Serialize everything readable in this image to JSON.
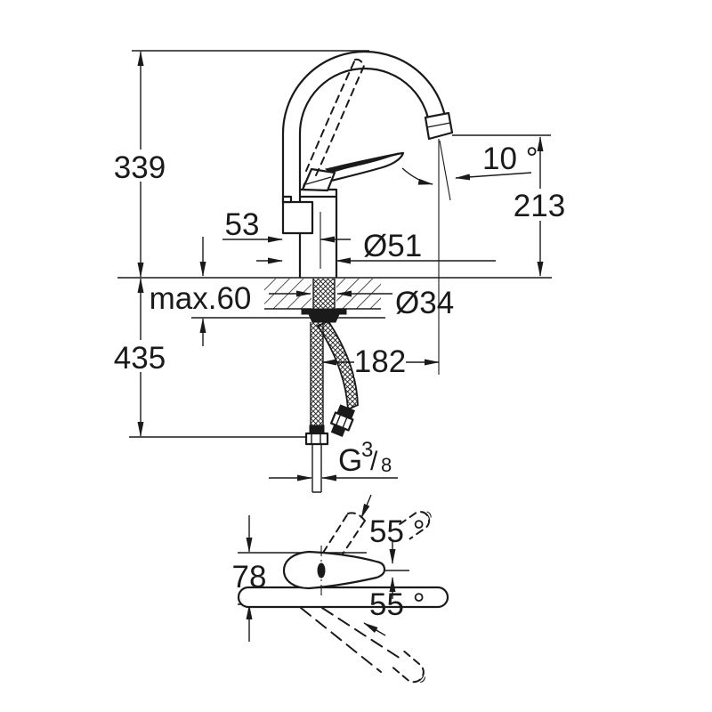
{
  "drawing": {
    "type": "faucet-installation-dimension-diagram",
    "line_color": "#1a1a1a",
    "background": "#ffffff",
    "side_view": {
      "total_height": "339",
      "rear_offset": "53",
      "body_diameter": "Ø51",
      "spout_angle": "10 °",
      "spout_height": "213",
      "max_deck_thickness": "max.60",
      "hole_diameter": "Ø34",
      "hose_drop_length": "435",
      "spout_reach": "182",
      "thread": {
        "g": "G",
        "numerator": "3",
        "slash": "/",
        "denominator": "8"
      }
    },
    "plan_view": {
      "handle_width": "78",
      "swing_up": "55 °",
      "swing_down": "55 °"
    }
  }
}
